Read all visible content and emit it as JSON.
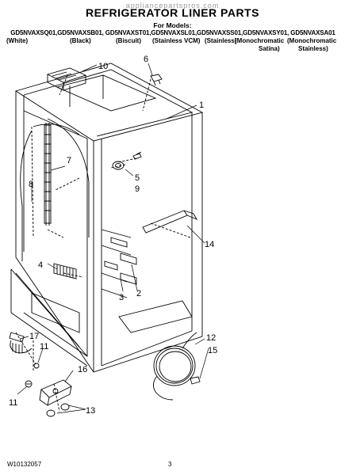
{
  "header": {
    "watermark": "appliancepartspros.com",
    "title": "REFRIGERATOR LINER PARTS",
    "for_models_label": "For Models:",
    "models_line": "GD5NVAXSQ01,GD5NVAXSB01, GD5NVAXST01,GD5NVAXSL01,GD5NVAXSS01,GD5NVAXSY01, GD5NVAXSA01",
    "colors": [
      "(White)",
      "(Black)",
      "(Biscuit)",
      "(Stainless VCM)",
      "(Stainless)",
      "(Monochromatic",
      "(Monochromatic"
    ],
    "colors_line2": [
      "Satina)",
      "Stainless)"
    ]
  },
  "callouts": [
    "10",
    "6",
    "1",
    "7",
    "8",
    "5",
    "9",
    "14",
    "4",
    "3",
    "2",
    "17",
    "11",
    "16",
    "12",
    "15",
    "11",
    "13"
  ],
  "footer": {
    "doc_number": "W10132057",
    "page_number": "3"
  }
}
